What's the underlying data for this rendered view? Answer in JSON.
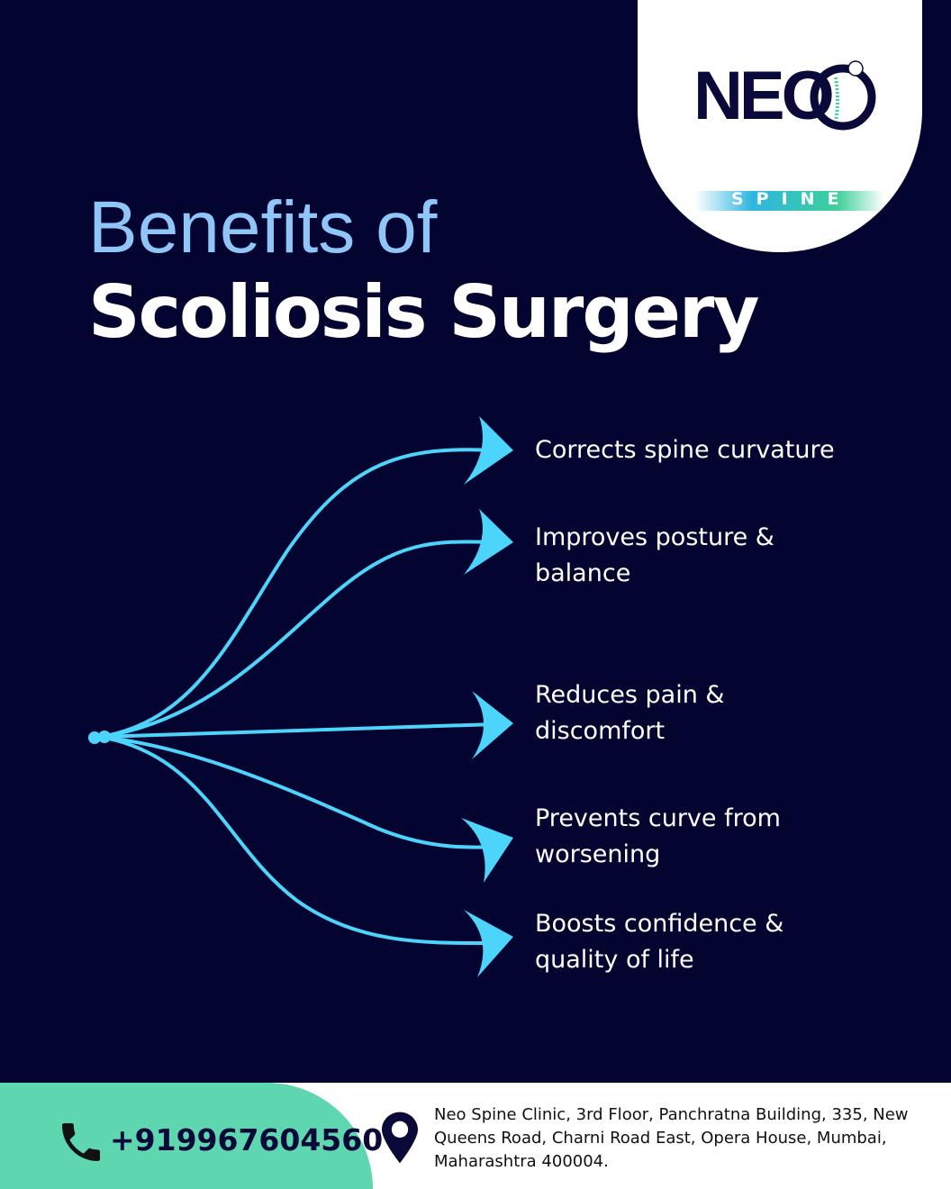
{
  "logo": {
    "brand": "NEO",
    "sub": "SPINE"
  },
  "title": {
    "line1": "Benefits of",
    "line2": "Scoliosis Surgery"
  },
  "benefits": [
    "Corrects spine curvature",
    "Improves posture & balance",
    "Reduces pain & discomfort",
    "Prevents curve from worsening",
    " Boosts confidence & quality of life"
  ],
  "footer": {
    "phone": "+919967604560",
    "address": "Neo Spine Clinic, 3rd Floor, Panchratna Building, 335, New Queens Road, Charni Road East, Opera House, Mumbai, Maharashtra 400004."
  },
  "colors": {
    "background": "#040431",
    "accent": "#4dd4fb",
    "title": "#8fc6f7",
    "footer": "#5ed6b0"
  }
}
